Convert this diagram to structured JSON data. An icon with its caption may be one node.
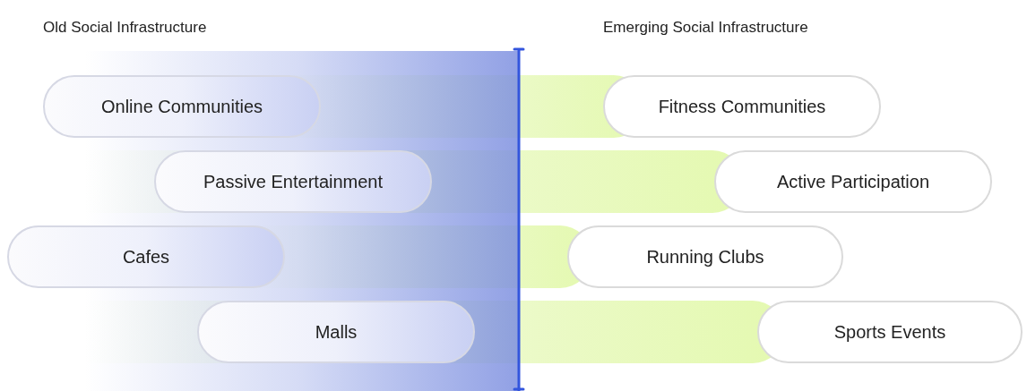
{
  "diagram": {
    "nodes": [
      {
        "text": [
          "Online Communities"
        ]
      },
      {
        "text": [
          "Passive Entertainment"
        ]
      },
      {
        "text": [
          "Cafes"
        ]
      },
      {
        "text": [
          "Malls"
        ]
      },
      {
        "text": [
          "Fitness Communities"
        ]
      },
      {
        "text": [
          "Active Participation"
        ]
      },
      {
        "text": [
          "Running Clubs"
        ]
      },
      {
        "text": [
          "Sports Events"
        ]
      }
    ],
    "labels": [
      "Old Social Infrastructure",
      "Emerging Social Infrastructure"
    ]
  }
}
